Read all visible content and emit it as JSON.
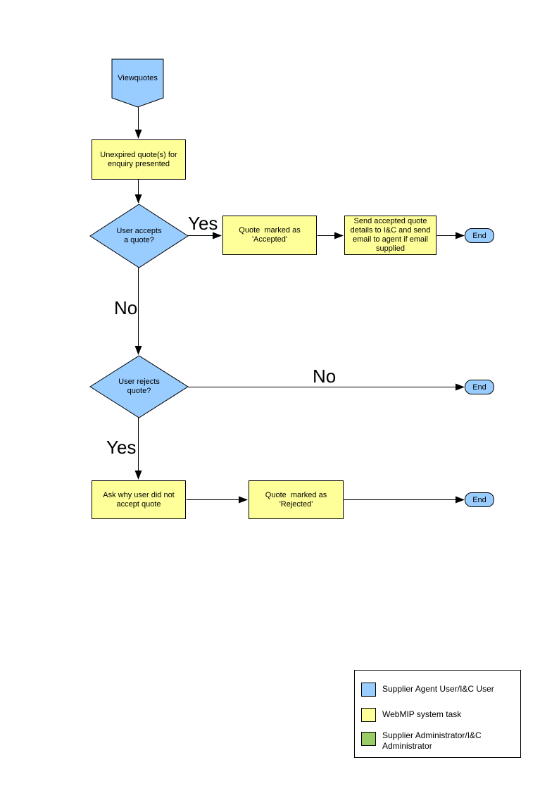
{
  "flowchart": {
    "start_label": "Viewquotes",
    "nodes": {
      "present": "Unexpired quote(s) for\nenquiry presented",
      "accept_question": "User accepts\na quote?",
      "mark_accepted": "Quote  marked as\n'Accepted'",
      "send_details": "Send accepted quote\ndetails to I&C and send\nemail to agent if email\nsupplied",
      "reject_question": "User rejects\nquote?",
      "ask_why": "Ask why user did not\naccept quote",
      "mark_rejected": "Quote  marked as\n'Rejected'"
    },
    "branch_labels": {
      "yes1": "Yes",
      "no1": "No",
      "no2": "No",
      "yes2": "Yes"
    },
    "end_label": "End"
  },
  "legend": {
    "items": [
      {
        "label": "Supplier Agent User/I&C User",
        "color": "#99CCFF"
      },
      {
        "label": "WebMIP system task",
        "color": "#FFFF99"
      },
      {
        "label": "Supplier Administrator/I&C\nAdministrator",
        "color": "#99CC66"
      }
    ]
  },
  "colors": {
    "user_shape": "#99CCFF",
    "system_task_shape": "#FFFF99",
    "admin_shape": "#99CC66",
    "connector": "#000000",
    "background": "#FFFFFF"
  }
}
